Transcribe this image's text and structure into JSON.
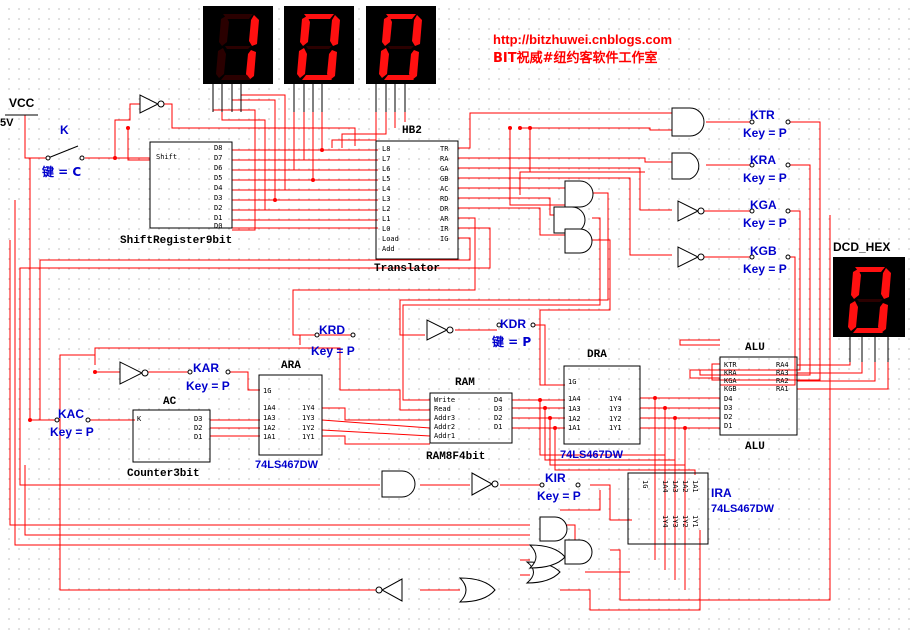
{
  "watermark": {
    "url": "http://bitzhuwei.cnblogs.com",
    "studio": "BIT祝威#纽约客软件工作室",
    "color": "#ff0000"
  },
  "supply": {
    "name": "VCC",
    "voltage": "5V"
  },
  "switch": {
    "name": "K",
    "key": "键 = C"
  },
  "displays": {
    "digits": [
      "1",
      "0",
      "0"
    ],
    "hex_label": "DCD_HEX",
    "hex_digit": "0"
  },
  "chips": {
    "shift": {
      "caption": "ShiftRegister9bit",
      "left_pins": [
        "Shift"
      ],
      "right_pins": [
        "D8",
        "D7",
        "D6",
        "D5",
        "D4",
        "D3",
        "D2",
        "D1",
        "D0"
      ]
    },
    "translator": {
      "header": "HB2",
      "caption": "Translator",
      "left_pins": [
        "L8",
        "L7",
        "L6",
        "L5",
        "L4",
        "L3",
        "L2",
        "L1",
        "L0",
        "Load",
        "Add"
      ],
      "right_pins": [
        "TR",
        "RA",
        "GA",
        "GB",
        "AC",
        "RD",
        "DR",
        "AR",
        "IR",
        "IG"
      ]
    },
    "ac": {
      "header": "AC",
      "caption": "Counter3bit",
      "left_pins": [
        "K"
      ],
      "right_pins": [
        "D3",
        "D2",
        "D1"
      ]
    },
    "ara": {
      "header": "ARA",
      "caption": "74LS467DW",
      "left_pins": [
        "1G",
        "1A4",
        "1A3",
        "1A2",
        "1A1"
      ],
      "right_pins": [
        "1Y4",
        "1Y3",
        "1Y2",
        "1Y1"
      ]
    },
    "ram": {
      "header": "RAM",
      "caption": "RAM8F4bit",
      "left_pins": [
        "Write",
        "Read",
        "Addr3",
        "Addr2",
        "Addr1"
      ],
      "right_pins": [
        "D4",
        "D3",
        "D2",
        "D1"
      ]
    },
    "dra": {
      "header": "DRA",
      "caption": "74LS467DW",
      "left_pins": [
        "1G",
        "1A4",
        "1A3",
        "1A2",
        "1A1"
      ],
      "right_pins": [
        "1Y4",
        "1Y3",
        "1Y2",
        "1Y1"
      ]
    },
    "ira": {
      "header": "IRA",
      "caption": "74LS467DW",
      "top_pins": [
        "1G",
        "1A4",
        "1A3",
        "1A2",
        "1A1"
      ],
      "bottom_pins": [
        "1Y4",
        "1Y3",
        "1Y2",
        "1Y1"
      ]
    },
    "alu": {
      "header": "ALU",
      "caption": "ALU",
      "left_pins": [
        "KTR",
        "KRA",
        "KGA",
        "KGB",
        "D4",
        "D3",
        "D2",
        "D1"
      ],
      "right_pins": [
        "RA4",
        "RA3",
        "RA2",
        "RA1"
      ]
    }
  },
  "switches": [
    {
      "name": "KTR",
      "key": "Key = P"
    },
    {
      "name": "KRA",
      "key": "Key = P"
    },
    {
      "name": "KGA",
      "key": "Key = P"
    },
    {
      "name": "KGB",
      "key": "Key = P"
    },
    {
      "name": "KRD",
      "key": "Key = P"
    },
    {
      "name": "KDR",
      "key": "键 = P"
    },
    {
      "name": "KAR",
      "key": "Key = P"
    },
    {
      "name": "KAC",
      "key": "Key = P"
    },
    {
      "name": "KIR",
      "key": "Key = P"
    }
  ],
  "colors": {
    "wire": "#ff0000",
    "component": "#000000",
    "label": "#0000cc",
    "segment_on": "#ff1010"
  }
}
